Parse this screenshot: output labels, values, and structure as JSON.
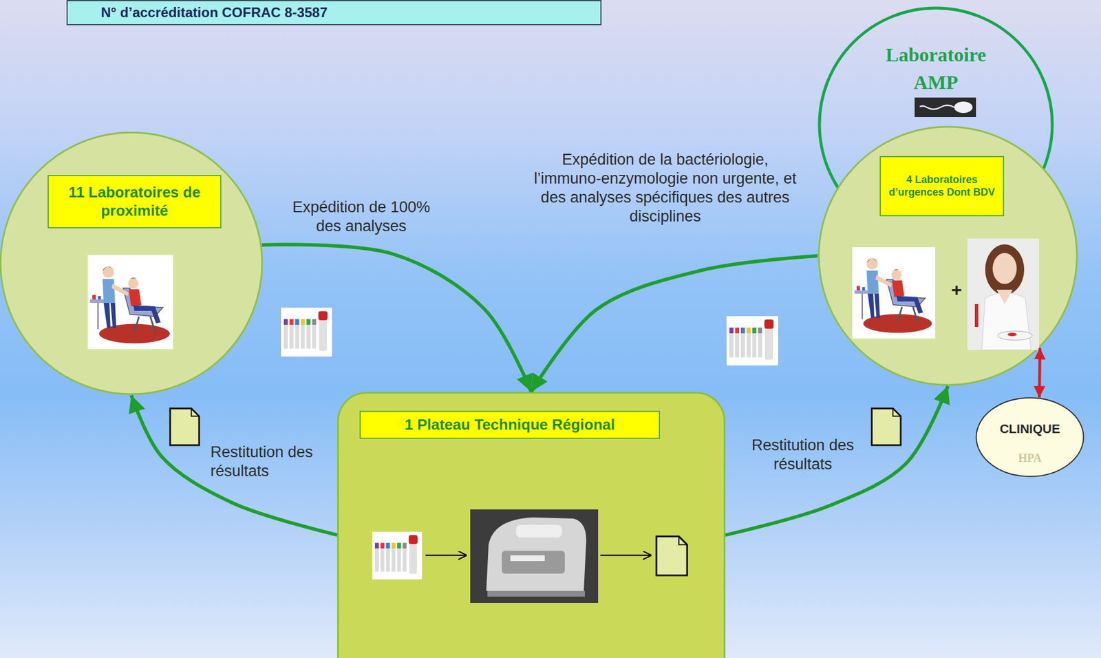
{
  "diagram": {
    "nodes": [
      {
        "text": [
          "N° d’accréditation COFRAC 8-3587"
        ]
      },
      {
        "text": [
          "11 Laboratoires de proximité"
        ]
      },
      {
        "text": [
          "Laboratoire AMP"
        ]
      },
      {
        "text": [
          "4 Laboratoires d’urgences Dont BDV"
        ]
      },
      {
        "text": [
          "1 Plateau Technique Régional"
        ]
      },
      {
        "text": [
          "CLINIQUE",
          "HPA"
        ]
      }
    ],
    "edges": [
      {
        "from": 1,
        "to": 4,
        "arrow": "to",
        "label": "Expédition de 100% des analyses"
      },
      {
        "from": 3,
        "to": 4,
        "arrow": "to",
        "label": "Expédition de la bactériologie, l’immuno-enzymologie non urgente, et des analyses spécifiques des autres disciplines"
      },
      {
        "from": 4,
        "to": 1,
        "arrow": "to",
        "label": "Restitution des résultats"
      },
      {
        "from": 4,
        "to": 3,
        "arrow": "to",
        "label": "Restitution des résultats"
      },
      {
        "from": 3,
        "to": 5,
        "arrow": "both"
      }
    ],
    "labels": [
      "+"
    ]
  }
}
